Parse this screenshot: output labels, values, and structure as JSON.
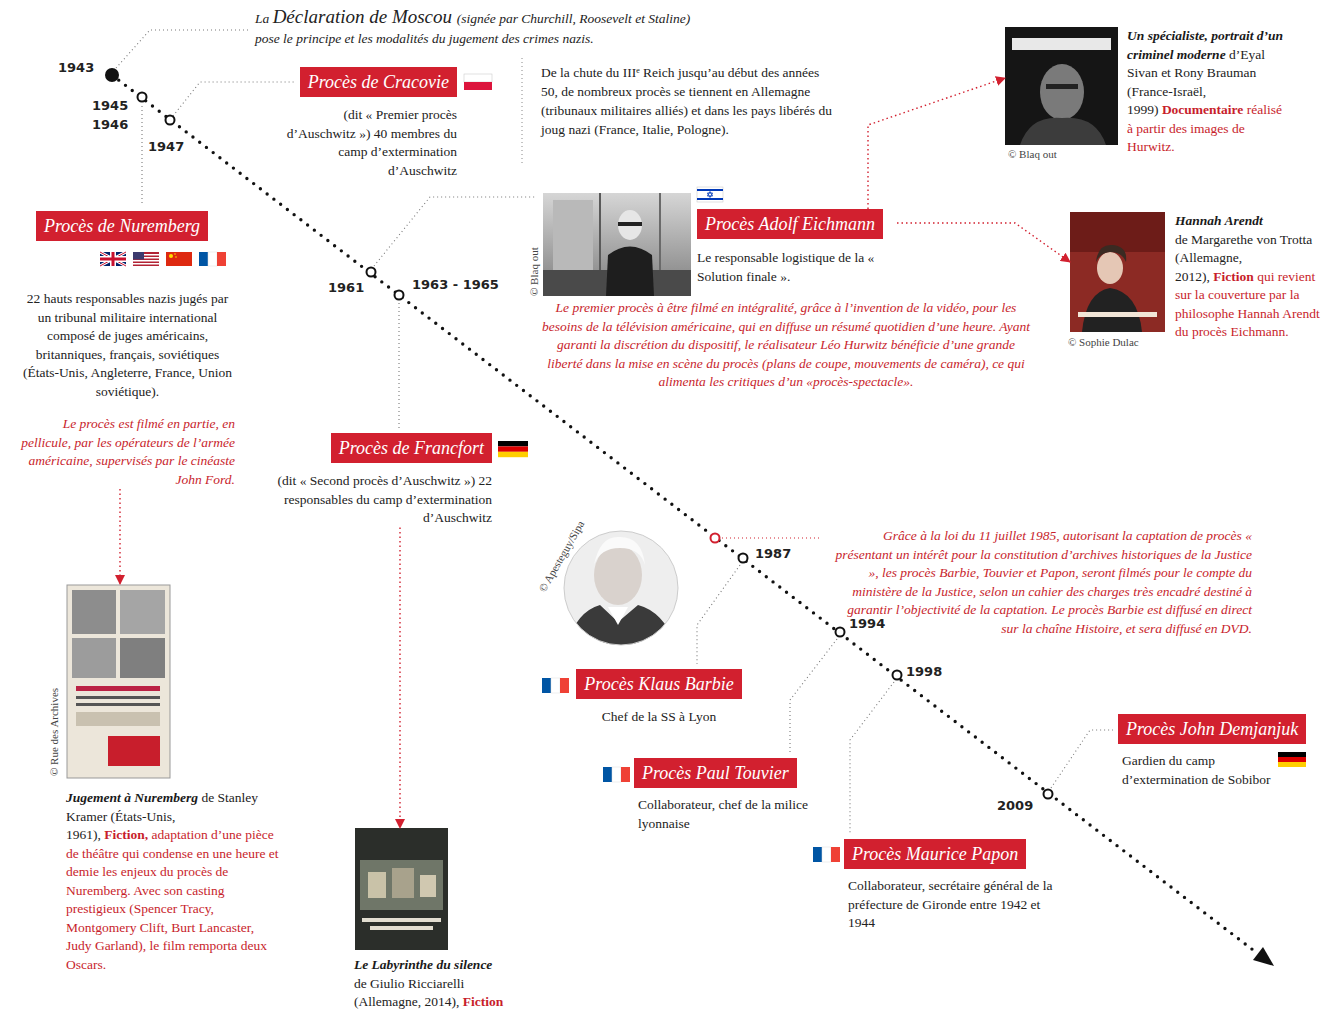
{
  "diagram": {
    "nodes": [
      {
        "text": [
          "Procès de Nuremberg",
          "22 hauts responsables nazis jugés par un tribunal militaire international composé de juges américains, britanniques, français, soviétiques (États-Unis, Angleterre, France, Union soviétique).",
          "Le procès est filmé en partie, en pellicule, par les opérateurs de l’armée américaine, supervisés par le cinéaste John Ford."
        ]
      },
      {
        "text": [
          "Procès de Cracovie",
          "(dit « Premier procès d’Auschwitz ») 40 membres du camp d’extermination d’Auschwitz"
        ]
      },
      {
        "text": [
          "Procès de Francfort",
          "(dit « Second procès d’Auschwitz ») 22 responsables du camp d’extermination d’Auschwitz"
        ]
      },
      {
        "text": [
          "Procès Adolf Eichmann",
          "Le responsable logistique de la « Solution finale »."
        ]
      },
      {
        "text": [
          "Procès Klaus Barbie",
          "Chef de la SS à Lyon"
        ]
      },
      {
        "text": [
          "Procès Paul Touvier",
          "Collaborateur, chef de la milice lyonnaise"
        ]
      },
      {
        "text": [
          "Procès Maurice Papon",
          "Collaborateur, secrétaire général de la préfecture de Gironde entre 1942 et 1944"
        ]
      },
      {
        "text": [
          "Procès John Demjanjuk",
          "Gardien du camp d’extermination de Sobibor"
        ]
      },
      {
        "text": [
          "Jugement à Nuremberg",
          "de Stanley Kramer (États-Unis, 1961),",
          "Fiction,",
          "adaptation d’une pièce de théâtre qui condense en une heure et demie les enjeux du procès de Nuremberg. Avec son casting prestigieux (Spencer Tracy, Montgomery Clift, Burt Lancaster, Judy Garland), le film remporta deux Oscars."
        ]
      },
      {
        "text": [
          "Le Labyrinthe du silence",
          "de Giulio Ricciarelli (Allemagne, 2014),",
          "Fiction"
        ]
      },
      {
        "text": [
          "Un spécialiste, portrait d’un criminel moderne",
          "d’Eyal Sivan et Rony Brauman (France-Israël, 1999)",
          "Documentaire",
          "réalisé à partir des images de Hurwitz."
        ]
      },
      {
        "text": [
          "Hannah Arendt",
          "de Margarethe von Trotta (Allemagne, 2012),",
          "Fiction",
          "qui revient sur la couverture par la philosophe Hannah Arendt du procès Eichmann."
        ]
      }
    ],
    "edges": [
      {
        "from": 0,
        "to": 8,
        "arrow": "to"
      },
      {
        "from": 2,
        "to": 9,
        "arrow": "to"
      },
      {
        "from": 3,
        "to": 10,
        "arrow": "to"
      },
      {
        "from": 3,
        "to": 11,
        "arrow": "to"
      }
    ],
    "labels": [
      "La",
      "Déclaration de Moscou",
      "(signée par Churchill, Roosevelt et Staline)",
      "pose le principe et les modalités du jugement des crimes nazis.",
      "De la chute du IIIᵉ Reich jusqu’au début des années 50, de nombreux procès se tiennent en Allemagne (tribunaux militaires alliés) et dans les pays libérés du joug nazi (France, Italie, Pologne).",
      "1943",
      "1945",
      "1946",
      "1947",
      "1961",
      "1963 - 1965",
      "1987",
      "1994",
      "1998",
      "2009",
      "Le premier procès à être filmé en intégralité, grâce à l’invention de la vidéo, pour les besoins de la télévision américaine, qui en diffuse un résumé quotidien d’une heure. Ayant garanti la discrétion du dispositif, le réalisateur Léo Hurwitz bénéficie d’une grande liberté dans la mise en scène du procès (plans de coupe, mouvements de caméra), ce qui alimenta les critiques d’un «procès-spectacle».",
      "Grâce à la loi du 11 juillet 1985, autorisant la captation de procès « présentant un intérêt pour la constitution d’archives historiques de la Justice », les procès Barbie, Touvier et Papon, seront filmés pour le compte du ministère de la Justice, selon un cahier des charges très encadré destiné à garantir l’objectivité de la captation. Le procès Barbie est diffusé en direct sur la chaîne Histoire, et sera diffusé en DVD.",
      "© Blaq out",
      "© Blaq out",
      "© Sophie Dulac",
      "© Rue des Archives",
      "© Apesteguy/Sipa"
    ]
  }
}
